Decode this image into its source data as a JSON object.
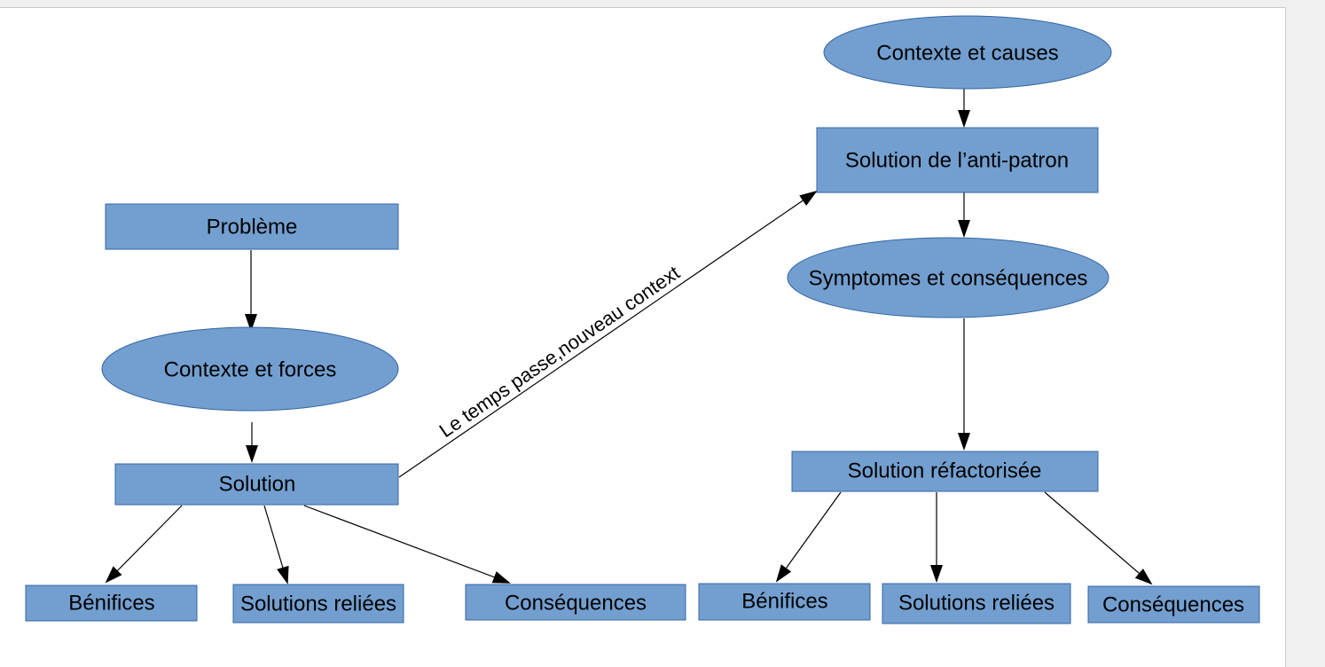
{
  "colors": {
    "node_fill": "#729fcf",
    "node_stroke": "#3465a4",
    "edge": "#000000",
    "page": "#ffffff",
    "background": "#f0f0f0"
  },
  "pattern": {
    "probleme": "Problème",
    "contexte_forces": "Contexte et forces",
    "solution": "Solution",
    "benifices": "Bénifices",
    "solutions_reliees": "Solutions reliées",
    "consequences": "Conséquences"
  },
  "antipattern": {
    "contexte_causes": "Contexte et causes",
    "solution_antipatron": "Solution de l’anti-patron",
    "symptomes_consequences": "Symptomes et conséquences",
    "solution_refactorisee": "Solution réfactorisée",
    "benifices": "Bénifices",
    "solutions_reliees": "Solutions reliées",
    "consequences": "Conséquences"
  },
  "transition_label": "Le temps passe,nouveau context"
}
